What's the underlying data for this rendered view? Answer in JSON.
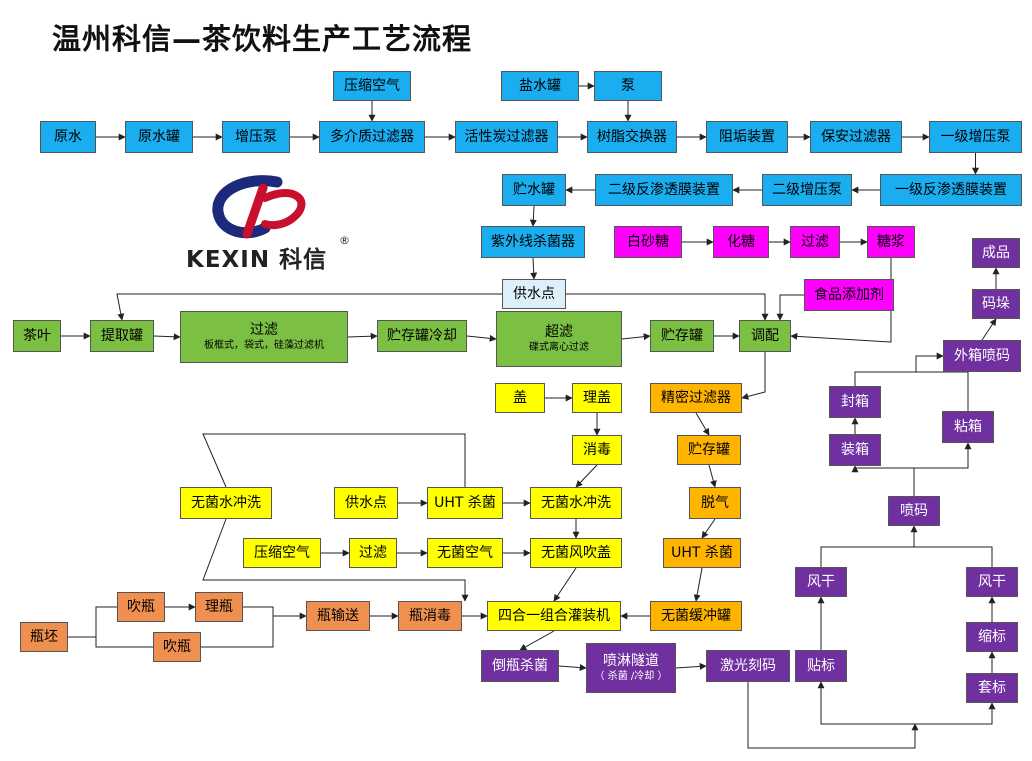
{
  "title": "温州科信—茶饮料生产工艺流程",
  "logo": {
    "brand": "KEXIN 科信",
    "reg": "®"
  },
  "colors": {
    "blue": "#1aaef0",
    "lightblue": "#ddeff8",
    "green": "#7cc043",
    "magenta": "#ff00ff",
    "yellow": "#ffff00",
    "orange": "#ffb400",
    "salmon": "#f09050",
    "purple": "#7030a0",
    "line": "#222222"
  },
  "nodes": {
    "ysqk1": "压缩空气",
    "ysg": "盐水罐",
    "beng": "泵",
    "ys": "原水",
    "ysg2": "原水罐",
    "zyb": "增压泵",
    "djz": "多介质过滤器",
    "hxt": "活性炭过滤器",
    "szj": "树脂交换器",
    "zgzz": "阻垢装置",
    "bagl": "保安过滤器",
    "yjzy": "一级增压泵",
    "csg": "贮水罐",
    "ejfs": "二级反渗透膜装置",
    "ejzy": "二级增压泵",
    "yjfs": "一级反渗透膜装置",
    "zwx": "紫外线杀菌器",
    "bst": "白砂糖",
    "ht": "化糖",
    "gl1": "过滤",
    "tj": "糖浆",
    "gsd": "供水点",
    "sptj": "食品添加剂",
    "cy": "茶叶",
    "tqg": "提取罐",
    "gl2": "过滤",
    "gl2_sub": "板框式，袋式，硅藻过滤机",
    "zcgl": "贮存罐冷却",
    "cl": "超滤",
    "cl_sub": "碟式离心过滤",
    "zcg1": "贮存罐",
    "tp": "调配",
    "cp": "成品",
    "md": "码垛",
    "wxpm": "外箱喷码",
    "g": "盖",
    "lg": "理盖",
    "jmgl": "精密过滤器",
    "fx": "封箱",
    "zx": "装箱",
    "nx": "粘箱",
    "xd": "消毒",
    "zcg2": "贮存罐",
    "wjscx1": "无菌水冲洗",
    "gsd2": "供水点",
    "uht1": "UHT 杀菌",
    "wjscx2": "无菌水冲洗",
    "tq": "脱气",
    "pm": "喷码",
    "ysqk2": "压缩空气",
    "gl3": "过滤",
    "wjkq": "无菌空气",
    "wjfcg": "无菌风吹盖",
    "uht2": "UHT 杀菌",
    "fg1": "风干",
    "fg2": "风干",
    "cp1": "吹瓶",
    "lp": "理瓶",
    "pss": "瓶输送",
    "pxd": "瓶消毒",
    "shyz": "四合一组合灌装机",
    "wjhcg": "无菌缓冲罐",
    "pp": "瓶坯",
    "sb": "缩标",
    "cp2": "吹瓶",
    "dpsj": "倒瓶杀菌",
    "plsd": "喷淋隧道",
    "plsd_sub": "（ 杀菌 /冷却 ）",
    "jgkm": "激光刻码",
    "tb": "贴标",
    "tbiao": "套标"
  }
}
